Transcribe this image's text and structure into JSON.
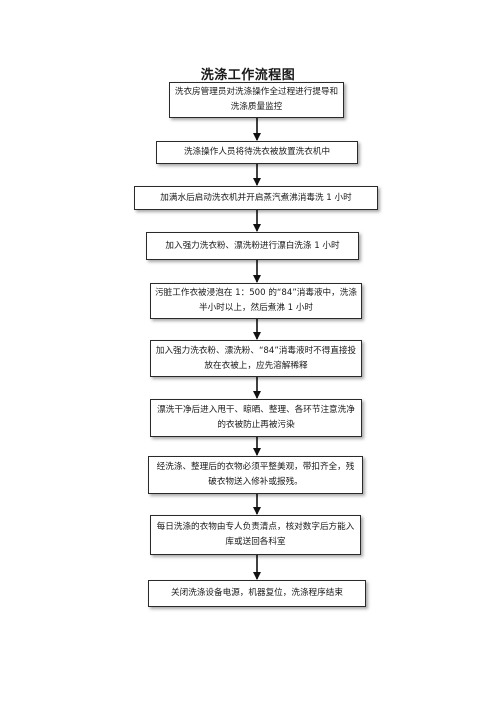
{
  "title": "洗涤工作流程图",
  "steps": [
    "洗衣房管理员对洗涤操作全过程进行提导和洗涤质量监控",
    "洗涤操作人员将待洗衣被放置洗衣机中",
    "加满水后启动洗衣机并开启蒸汽煮沸消毒洗 1 小时",
    "加入强力洗衣粉、漂洗粉进行漂白洗涤 1 小时",
    "污脏工作衣被浸泡在 1：500 的“84”消毒液中，洗涤半小时以上，然后煮沸 1 小时",
    "加入强力洗衣粉、漂洗粉、“84”消毒液时不得直接投放在衣被上，应先溶解稀释",
    "漂洗干净后进入甩干、晾晒、整理、各环节注意洗净的衣被防止再被污染",
    "经洗涤、整理后的衣物必须平整美观，带扣齐全，残破衣物送入修补或报残。",
    "每日洗涤的衣物由专人负责清点，核对数字后方能入库或送回各科室",
    "关闭洗涤设备电源，机器复位，洗涤程序结束"
  ]
}
